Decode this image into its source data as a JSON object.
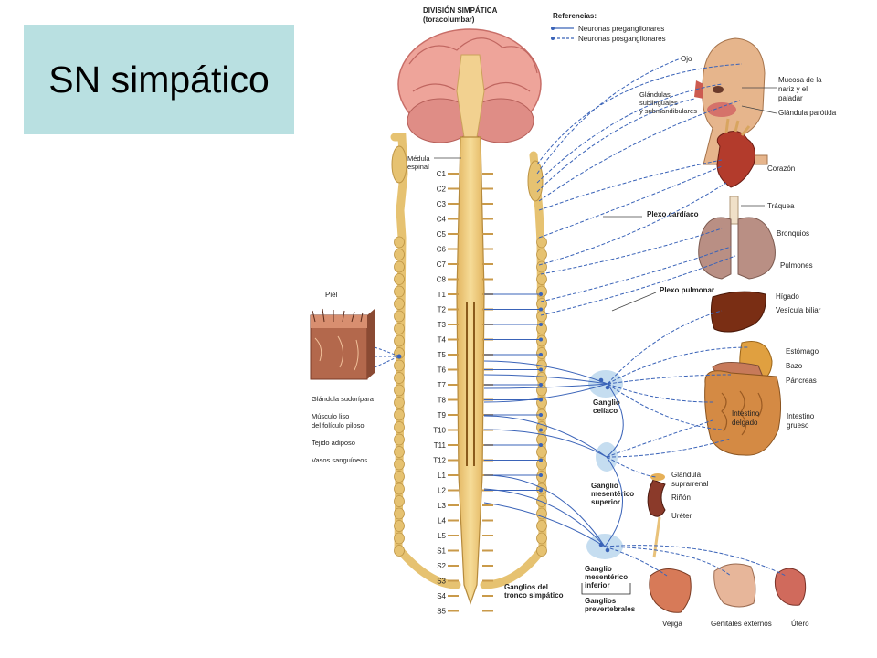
{
  "slide": {
    "title": "SN simpático"
  },
  "header": {
    "division": "DIVISIÓN SIMPÁTICA",
    "subtitle": "(toracolumbar)"
  },
  "legend": {
    "title": "Referencias:",
    "pre": "Neuronas preganglionares",
    "post": "Neuronas posganglionares"
  },
  "spine": {
    "cord_label_1": "Médula",
    "cord_label_2": "espinal",
    "segments": [
      "C1",
      "C2",
      "C3",
      "C4",
      "C5",
      "C6",
      "C7",
      "C8",
      "T1",
      "T2",
      "T3",
      "T4",
      "T5",
      "T6",
      "T7",
      "T8",
      "T9",
      "T10",
      "T11",
      "T12",
      "L1",
      "L2",
      "L3",
      "L4",
      "L5",
      "S1",
      "S2",
      "S3",
      "S4",
      "S5"
    ]
  },
  "skin": {
    "title": "Piel",
    "items": [
      "Glándula sudorípara",
      "Músculo liso",
      "del folículo piloso",
      "Tejido adiposo",
      "Vasos sanguíneos"
    ]
  },
  "organs": {
    "ojo": "Ojo",
    "mucosa_1": "Mucosa de la",
    "mucosa_2": "nariz y el",
    "mucosa_3": "paladar",
    "sublingual_1": "Glándulas",
    "sublingual_2": "sublinguales",
    "sublingual_3": "y submandibulares",
    "parotida": "Glándula parótida",
    "corazon": "Corazón",
    "traquea": "Tráquea",
    "bronquios": "Bronquios",
    "pulmones": "Pulmones",
    "plexo_cardiaco": "Plexo cardíaco",
    "plexo_pulmonar": "Plexo pulmonar",
    "higado": "Hígado",
    "vesicula": "Vesícula biliar",
    "estomago": "Estómago",
    "bazo": "Bazo",
    "pancreas": "Páncreas",
    "intestino_delgado_1": "Intestino",
    "intestino_delgado_2": "delgado",
    "intestino_grueso_1": "Intestino",
    "intestino_grueso_2": "grueso",
    "suprarrenal_1": "Glándula",
    "suprarrenal_2": "suprarrenal",
    "rinon": "Riñón",
    "ureter": "Uréter",
    "vejiga": "Vejiga",
    "genitales": "Genitales externos",
    "utero": "Útero"
  },
  "ganglia": {
    "celiaco_1": "Ganglio",
    "celiaco_2": "celíaco",
    "msup_1": "Ganglio",
    "msup_2": "mesentérico",
    "msup_3": "superior",
    "minf_1": "Ganglio",
    "minf_2": "mesentérico",
    "minf_3": "inferior",
    "prevert_1": "Ganglios",
    "prevert_2": "prevertebrales",
    "tronco_1": "Ganglios del",
    "tronco_2": "tronco simpático"
  }
}
